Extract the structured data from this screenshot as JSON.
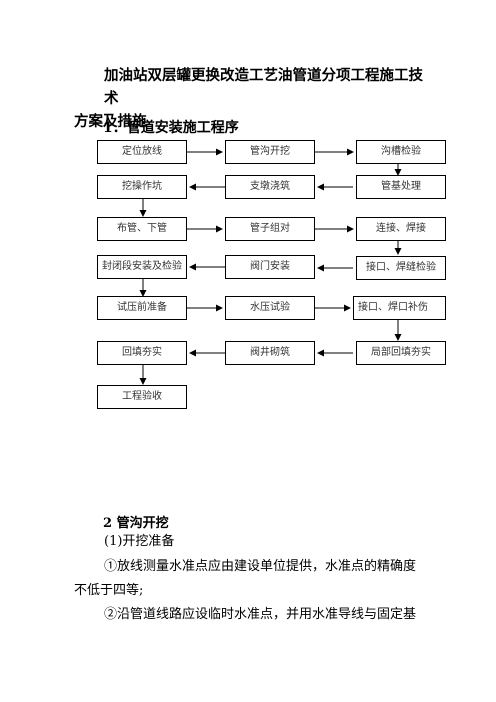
{
  "doc": {
    "title": "加油站双层罐更换改造工艺油管道分项工程施工技术方案及措施",
    "title_line1": "加油站双层罐更换改造工艺油管道分项工程施工技术",
    "title_line2": "方案及措施",
    "section1": "1．管道安装施工程序",
    "flow": {
      "b1": "定位放线",
      "b2": "管沟开挖",
      "b3": "沟槽检验",
      "b4": "挖操作坑",
      "b5": "支墩浇筑",
      "b6": "管基处理",
      "b7": "布管、下管",
      "b8": "管子组对",
      "b9": "连接、焊接",
      "b10": "封闭段安装及检验",
      "b11": "阀门安装",
      "b12": "接口、焊缝检验",
      "b13": "试压前准备",
      "b14": "水压试验",
      "b15": "接口、焊口补伤",
      "b16": "回填夯实",
      "b17": "阀井砌筑",
      "b18": "局部回填夯实",
      "b19": "工程验收"
    },
    "section2": "2 管沟开挖",
    "sub1": "(1)开挖准备",
    "p1_line1": "①放线测量水准点应由建设单位提供，水准点的精确度",
    "p1_line2": "不低于四等;",
    "p2_line1": "②沿管道线路应设临时水准点，并用水准导线与固定基"
  }
}
